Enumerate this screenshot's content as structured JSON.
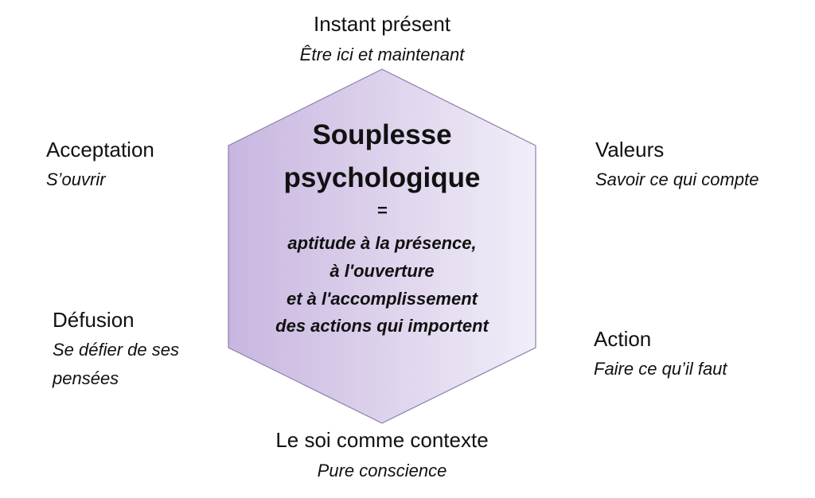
{
  "center": {
    "title_line1": "Souplesse",
    "title_line2": "psychologique",
    "equals": "=",
    "lines": [
      "aptitude à la présence,",
      "à l'ouverture",
      "et à l'accomplissement",
      "des actions qui importent"
    ]
  },
  "processes": {
    "top": {
      "title": "Instant présent",
      "subtitle": "Être ici et maintenant"
    },
    "upper_left": {
      "title": "Acceptation",
      "subtitle": "S’ouvrir"
    },
    "upper_right": {
      "title": "Valeurs",
      "subtitle": "Savoir ce qui compte"
    },
    "lower_left": {
      "title": "Défusion",
      "subtitle_line1": "Se défier de ses",
      "subtitle_line2": "pensées"
    },
    "lower_right": {
      "title": "Action",
      "subtitle": "Faire ce qu’il faut"
    },
    "bottom": {
      "title": "Le soi comme contexte",
      "subtitle": "Pure conscience"
    }
  },
  "colors": {
    "hex_left": "#c8b6e0",
    "hex_right": "#f2eef8",
    "hex_border": "#8c7fae"
  }
}
